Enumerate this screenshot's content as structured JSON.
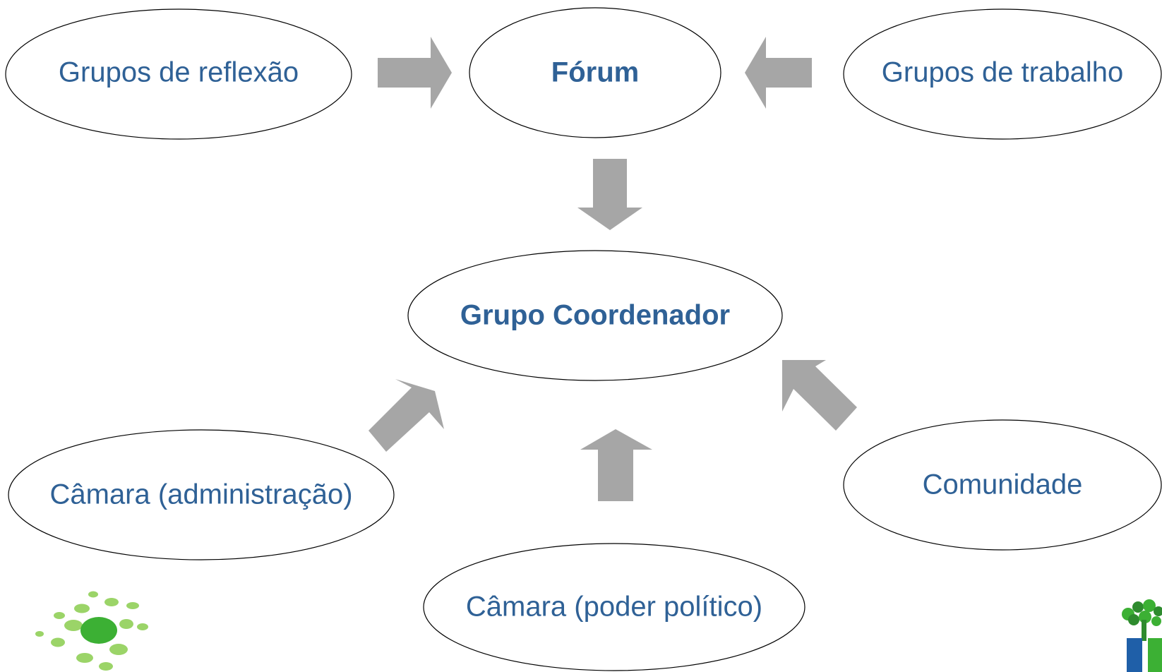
{
  "nodes": {
    "grupos_reflexao": "Grupos de reflexão",
    "forum": "Fórum",
    "grupos_trabalho": "Grupos de trabalho",
    "grupo_coordenador": "Grupo Coordenador",
    "camara_administracao": "Câmara (administração)",
    "comunidade": "Comunidade",
    "camara_poder_politico": "Câmara (poder político)"
  },
  "edges": [
    {
      "from": "Grupos de reflexão",
      "to": "Fórum"
    },
    {
      "from": "Grupos de trabalho",
      "to": "Fórum"
    },
    {
      "from": "Fórum",
      "to": "Grupo Coordenador"
    },
    {
      "from": "Câmara (administração)",
      "to": "Grupo Coordenador"
    },
    {
      "from": "Câmara (poder político)",
      "to": "Grupo Coordenador"
    },
    {
      "from": "Comunidade",
      "to": "Grupo Coordenador"
    }
  ],
  "colors": {
    "text": "#2f6196",
    "arrow": "#a6a6a6",
    "logo_light_green": "#9bd468",
    "logo_green": "#3cb034",
    "logo_dark_green": "#2e8b2e",
    "logo_blue": "#1f5fa8"
  },
  "logos": {
    "left": "green-dots-logo",
    "right": "tree-book-logo"
  }
}
